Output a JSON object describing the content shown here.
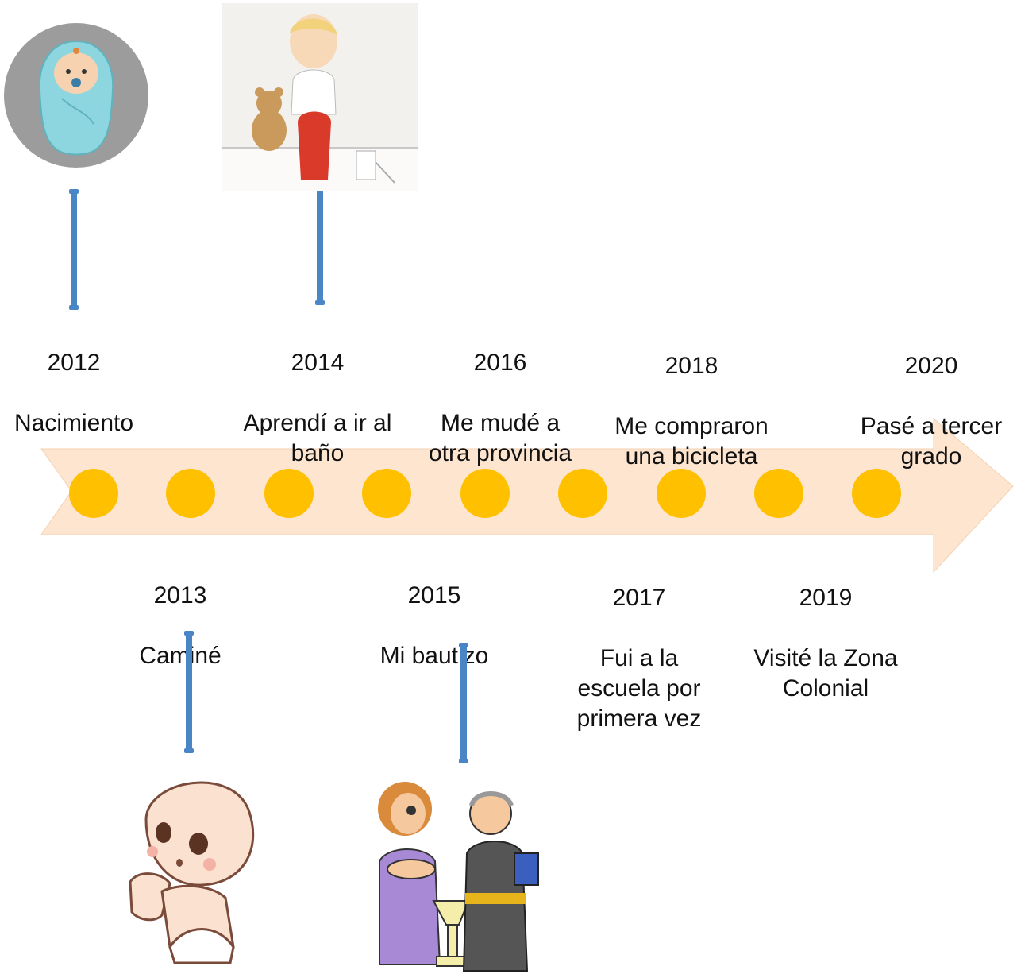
{
  "colors": {
    "arrow": "#fde5cf",
    "dot": "#ffc000",
    "connector": "#4a86c5"
  },
  "events": [
    {
      "year": "2012",
      "text": "Nacimiento"
    },
    {
      "year": "2013",
      "text": "Caminé"
    },
    {
      "year": "2014",
      "text": "Aprendí a ir al baño"
    },
    {
      "year": "2015",
      "text": "Mi bautizo"
    },
    {
      "year": "2016",
      "text": "Me mudé a otra provincia"
    },
    {
      "year": "2017",
      "text": "Fui a la escuela por primera vez"
    },
    {
      "year": "2018",
      "text": "Me compraron una bicicleta"
    },
    {
      "year": "2019",
      "text": "Visité la Zona Colonial"
    },
    {
      "year": "2020",
      "text": "Pasé a tercer grado"
    }
  ],
  "images": [
    {
      "event": "2012",
      "icon": "newborn-baby-icon"
    },
    {
      "event": "2013",
      "icon": "crawling-baby-icon"
    },
    {
      "event": "2014",
      "icon": "potty-training-icon"
    },
    {
      "event": "2015",
      "icon": "baptism-icon"
    }
  ]
}
